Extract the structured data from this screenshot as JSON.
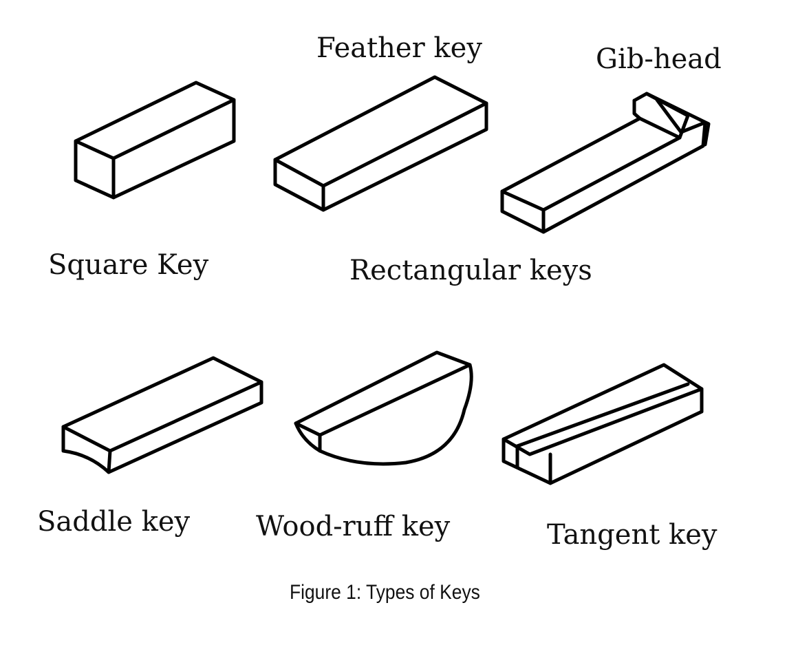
{
  "labels": {
    "square_key": "Square Key",
    "feather_key": "Feather key",
    "gib_head": "Gib-head",
    "rectangular_keys": "Rectangular keys",
    "saddle_key": "Saddle key",
    "woodruff_key": "Wood-ruff key",
    "tangent_key": "Tangent key"
  },
  "caption": "Figure 1: Types of Keys"
}
